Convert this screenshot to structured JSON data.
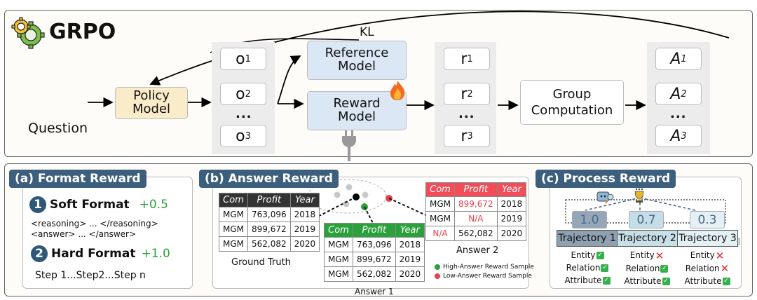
{
  "grpo": {
    "title": "GRPO",
    "question_label": "Question",
    "policy_model": [
      "Policy",
      "Model"
    ],
    "reference_model": [
      "Reference",
      "Model"
    ],
    "reward_model": [
      "Reward",
      "Model"
    ],
    "kl_label": "KL",
    "group_computation": [
      "Group",
      "Computation"
    ],
    "outputs": [
      {
        "sym": "o",
        "sub": "1"
      },
      {
        "sym": "o",
        "sub": "2"
      },
      {
        "sym": "o",
        "sub": "3"
      }
    ],
    "rewards": [
      {
        "sym": "r",
        "sub": "1"
      },
      {
        "sym": "r",
        "sub": "2"
      },
      {
        "sym": "r",
        "sub": "3"
      }
    ],
    "advantages": [
      {
        "sym": "A",
        "sub": "1"
      },
      {
        "sym": "A",
        "sub": "2"
      },
      {
        "sym": "A",
        "sub": "3"
      }
    ],
    "ellipsis": "...",
    "colors": {
      "policy": "#fbecc9",
      "model_blue": "#dbe7f4",
      "tag": "#3d5f7e"
    }
  },
  "format_reward": {
    "tag": "(a) Format Reward",
    "items": [
      {
        "num": "1",
        "label": "Soft Format",
        "bonus": "+0.5",
        "lines": [
          "<reasoning> ... </reasoning>",
          "<answer> ... </answer>"
        ]
      },
      {
        "num": "2",
        "label": "Hard Format",
        "bonus": "+1.0",
        "lines": [
          "Step 1...Step2...Step n"
        ]
      }
    ]
  },
  "answer_reward": {
    "tag": "(b) Answer Reward",
    "headers": [
      "Com",
      "Profit",
      "Year"
    ],
    "ground_truth": {
      "caption": "Ground Truth",
      "rows": [
        [
          "MGM",
          "763,096",
          "2018"
        ],
        [
          "MGM",
          "899,672",
          "2019"
        ],
        [
          "MGM",
          "562,082",
          "2020"
        ]
      ]
    },
    "answer1": {
      "caption": "Answer 1",
      "rows": [
        [
          "MGM",
          "763,096",
          "2018"
        ],
        [
          "MGM",
          "899,672",
          "2019"
        ],
        [
          "MGM",
          "562,082",
          "2020"
        ]
      ]
    },
    "answer2": {
      "caption": "Answer 2",
      "rows": [
        [
          "MGM",
          "899,672",
          "2018"
        ],
        [
          "MGM",
          "N/A",
          "2019"
        ],
        [
          "N/A",
          "562,082",
          "2020"
        ]
      ]
    },
    "legend": [
      {
        "label": "High-Answer Reward Sample",
        "color": "#2aa13a"
      },
      {
        "label": "Low-Answer Reward Sample",
        "color": "#e8424e"
      }
    ]
  },
  "process_reward": {
    "tag": "(c) Process Reward",
    "scores": [
      "1.0",
      "0.7",
      "0.3"
    ],
    "trajectories": [
      {
        "label": "Trajectory 1",
        "criteria": [
          [
            "Entity",
            "check"
          ],
          [
            "Relation",
            "check"
          ],
          [
            "Attribute",
            "check"
          ]
        ]
      },
      {
        "label": "Trajectory 2",
        "criteria": [
          [
            "Entity",
            "cross"
          ],
          [
            "Relation",
            "check"
          ],
          [
            "Attribute",
            "check"
          ]
        ]
      },
      {
        "label": "Trajectory 3",
        "criteria": [
          [
            "Entity",
            "cross"
          ],
          [
            "Relation",
            "cross"
          ],
          [
            "Attribute",
            "check"
          ]
        ]
      }
    ]
  }
}
